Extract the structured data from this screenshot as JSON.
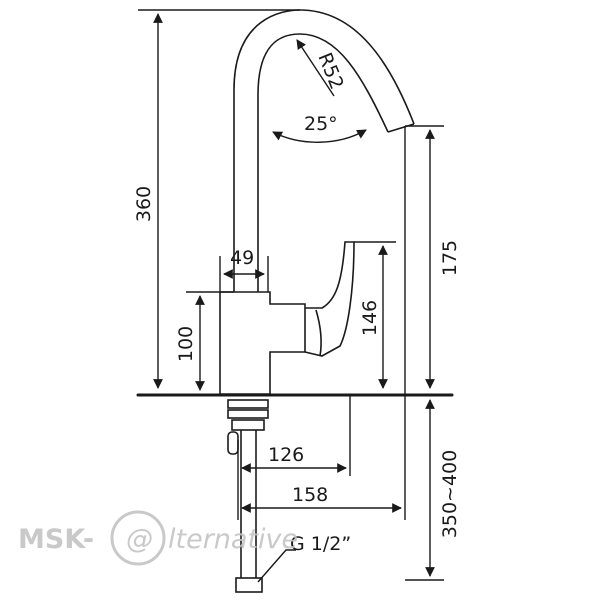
{
  "dimensions": {
    "total_height": "360",
    "spout_height": "175",
    "radius": "R52",
    "angle": "25°",
    "body_width": "49",
    "body_height": "100",
    "lever_height": "146",
    "reach_lever": "126",
    "reach_spout": "158",
    "hose_length": "350~400",
    "connection_thread": "G 1/2”"
  },
  "watermark": {
    "brand": "MSK-",
    "at_symbol": "@",
    "suffix": "lternative"
  },
  "colors": {
    "line": "#1a1a1a",
    "watermark": "#c4c4c4",
    "background": "#ffffff"
  }
}
